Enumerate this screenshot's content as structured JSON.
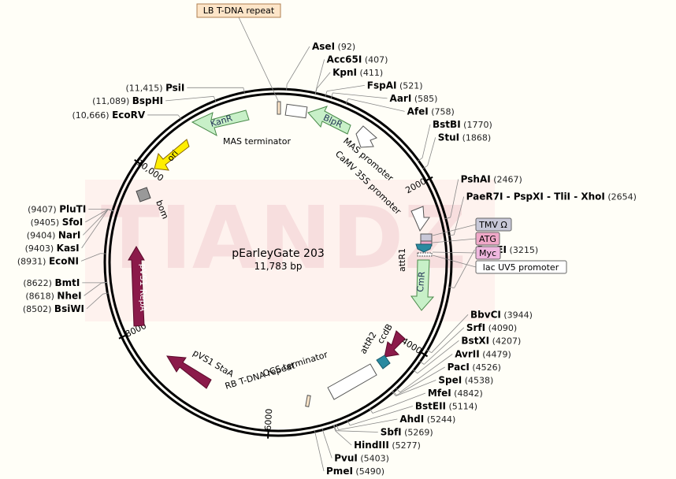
{
  "title": "pEarleyGate 203",
  "subtitle": "11,783 bp",
  "watermark": "TIANDZ",
  "total_bp": 11783,
  "ticks": [
    {
      "label": "2000",
      "bp": 2000
    },
    {
      "label": "4000",
      "bp": 4000
    },
    {
      "label": "6000",
      "bp": 6000
    },
    {
      "label": "8000",
      "bp": 8000
    },
    {
      "label": "10,000",
      "bp": 10000
    }
  ],
  "sites": [
    {
      "name": "AseI",
      "pos": "(92)",
      "bp": 92
    },
    {
      "name": "Acc65I",
      "pos": "(407)",
      "bp": 407
    },
    {
      "name": "KpnI",
      "pos": "(411)",
      "bp": 411
    },
    {
      "name": "FspAI",
      "pos": "(521)",
      "bp": 521
    },
    {
      "name": "AarI",
      "pos": "(585)",
      "bp": 585
    },
    {
      "name": "AfeI",
      "pos": "(758)",
      "bp": 758
    },
    {
      "name": "BstBI",
      "pos": "(1770)",
      "bp": 1770
    },
    {
      "name": "StuI",
      "pos": "(1868)",
      "bp": 1868
    },
    {
      "name": "PshAI",
      "pos": "(2467)",
      "bp": 2467
    },
    {
      "name": "PaeR7I - PspXI - TliI - XhoI",
      "pos": "(2654)",
      "bp": 2654
    },
    {
      "name": "BspEI",
      "pos": "(3215)",
      "bp": 3215
    },
    {
      "name": "BbvCI",
      "pos": "(3944)",
      "bp": 3944
    },
    {
      "name": "SrfI",
      "pos": "(4090)",
      "bp": 4090
    },
    {
      "name": "BstXI",
      "pos": "(4207)",
      "bp": 4207
    },
    {
      "name": "AvrII",
      "pos": "(4479)",
      "bp": 4479
    },
    {
      "name": "PacI",
      "pos": "(4526)",
      "bp": 4526
    },
    {
      "name": "SpeI",
      "pos": "(4538)",
      "bp": 4538
    },
    {
      "name": "MfeI",
      "pos": "(4842)",
      "bp": 4842
    },
    {
      "name": "BstEII",
      "pos": "(5114)",
      "bp": 5114
    },
    {
      "name": "AhdI",
      "pos": "(5244)",
      "bp": 5244
    },
    {
      "name": "SbfI",
      "pos": "(5269)",
      "bp": 5269
    },
    {
      "name": "HindIII",
      "pos": "(5277)",
      "bp": 5277
    },
    {
      "name": "PvuI",
      "pos": "(5403)",
      "bp": 5403
    },
    {
      "name": "PmeI",
      "pos": "(5490)",
      "bp": 5490
    },
    {
      "name": "BsiWI",
      "pos": "(8502)",
      "bp": 8502
    },
    {
      "name": "NheI",
      "pos": "(8618)",
      "bp": 8618
    },
    {
      "name": "BmtI",
      "pos": "(8622)",
      "bp": 8622
    },
    {
      "name": "EcoNI",
      "pos": "(8931)",
      "bp": 8931
    },
    {
      "name": "KasI",
      "pos": "(9403)",
      "bp": 9403
    },
    {
      "name": "NarI",
      "pos": "(9404)",
      "bp": 9404
    },
    {
      "name": "SfoI",
      "pos": "(9405)",
      "bp": 9405
    },
    {
      "name": "PluTI",
      "pos": "(9407)",
      "bp": 9407
    },
    {
      "name": "EcoRV",
      "pos": "(10,666)",
      "bp": 10666
    },
    {
      "name": "BspHI",
      "pos": "(11,089)",
      "bp": 11089
    },
    {
      "name": "PsiI",
      "pos": "(11,415)",
      "bp": 11415
    }
  ],
  "feature_labels": {
    "lb_tdna": "LB T-DNA repeat",
    "mas_terminator": "MAS terminator",
    "mas_promoter": "MAS promoter",
    "camv35s": "CaMV 35S promoter",
    "tmv": "TMV Ω",
    "atg": "ATG",
    "myc": "Myc",
    "lac_uv5": "lac UV5 promoter",
    "attr1": "attR1",
    "attr2": "attR2",
    "cmr": "CmR",
    "ccdb": "ccdB",
    "ocs_terminator": "OCS terminator",
    "rb_tdna": "RB T-DNA repeat",
    "pvs1_staa": "pVS1 StaA",
    "pvs1_repa": "pVS1 RepA",
    "bom": "bom",
    "ori": "ori",
    "kanr": "KanR",
    "blpr": "BlpR"
  },
  "colors": {
    "kanr": "#c8f0c8",
    "blpr": "#c8f0c8",
    "cmr": "#c8f0c8",
    "ori": "#ffee00",
    "repa": "#8b1a4a",
    "staa": "#8b1a4a",
    "ccdb": "#8b1a4a",
    "bom": "#999999",
    "lb_box": "#fde5c8",
    "tmv_box": "#c8c8d8",
    "atg_box": "#f0a8c8",
    "myc_box": "#f0b8e0"
  }
}
